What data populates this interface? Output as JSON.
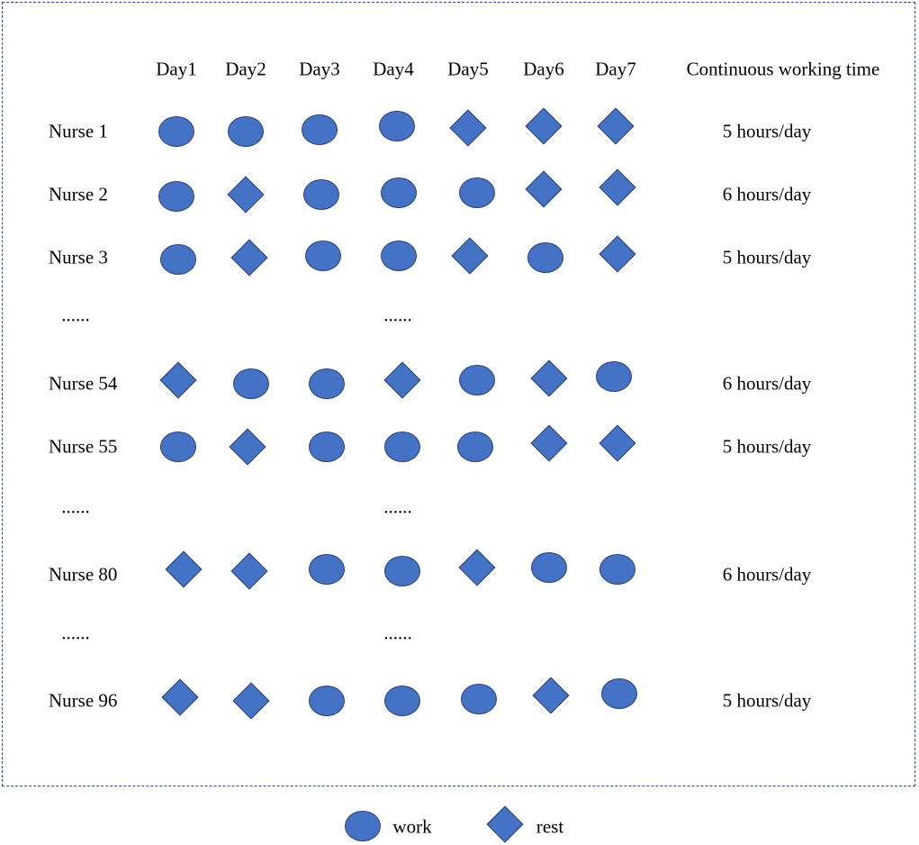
{
  "colors": {
    "shape_fill": "#4472c4",
    "shape_stroke": "#2a3f80",
    "frame_border": "#2f4a9a"
  },
  "header": {
    "days": [
      "Day1",
      "Day2",
      "Day3",
      "Day4",
      "Day5",
      "Day6",
      "Day7"
    ],
    "time_column": "Continuous working time"
  },
  "rows": [
    {
      "label": "Nurse 1",
      "schedule": [
        "work",
        "work",
        "work",
        "work",
        "rest",
        "rest",
        "rest"
      ],
      "time": "5 hours/day"
    },
    {
      "label": "Nurse 2",
      "schedule": [
        "work",
        "rest",
        "work",
        "work",
        "work",
        "rest",
        "rest"
      ],
      "time": "6 hours/day"
    },
    {
      "label": "Nurse 3",
      "schedule": [
        "work",
        "rest",
        "work",
        "work",
        "rest",
        "work",
        "rest"
      ],
      "time": "5 hours/day"
    },
    {
      "ellipsis": "......"
    },
    {
      "label": "Nurse 54",
      "schedule": [
        "rest",
        "work",
        "work",
        "rest",
        "work",
        "rest",
        "work"
      ],
      "time": "6 hours/day"
    },
    {
      "label": "Nurse 55",
      "schedule": [
        "work",
        "rest",
        "work",
        "work",
        "work",
        "rest",
        "rest"
      ],
      "time": "5 hours/day"
    },
    {
      "ellipsis": "......"
    },
    {
      "label": "Nurse 80",
      "schedule": [
        "rest",
        "rest",
        "work",
        "work",
        "rest",
        "work",
        "work"
      ],
      "time": "6 hours/day"
    },
    {
      "ellipsis": "......"
    },
    {
      "label": "Nurse 96",
      "schedule": [
        "rest",
        "rest",
        "work",
        "work",
        "work",
        "rest",
        "work"
      ],
      "time": "5 hours/day"
    }
  ],
  "legend": {
    "work_label": "work",
    "rest_label": "rest"
  }
}
